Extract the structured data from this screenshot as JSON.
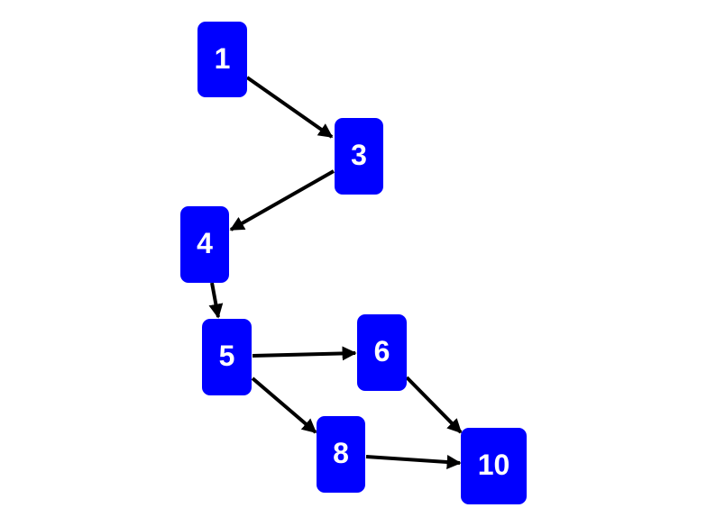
{
  "diagram": {
    "nodes": [
      {
        "id": "n1",
        "label": "1"
      },
      {
        "id": "n3",
        "label": "3"
      },
      {
        "id": "n4",
        "label": "4"
      },
      {
        "id": "n5",
        "label": "5"
      },
      {
        "id": "n6",
        "label": "6"
      },
      {
        "id": "n8",
        "label": "8"
      },
      {
        "id": "n10",
        "label": "10"
      }
    ],
    "edges": [
      {
        "from": "1",
        "to": "3"
      },
      {
        "from": "3",
        "to": "4"
      },
      {
        "from": "4",
        "to": "5"
      },
      {
        "from": "5",
        "to": "6"
      },
      {
        "from": "5",
        "to": "8"
      },
      {
        "from": "6",
        "to": "10"
      },
      {
        "from": "8",
        "to": "10"
      }
    ],
    "colors": {
      "node_fill": "#0000ff",
      "node_text": "#ffffff",
      "edge": "#000000",
      "background": "#ffffff"
    }
  }
}
